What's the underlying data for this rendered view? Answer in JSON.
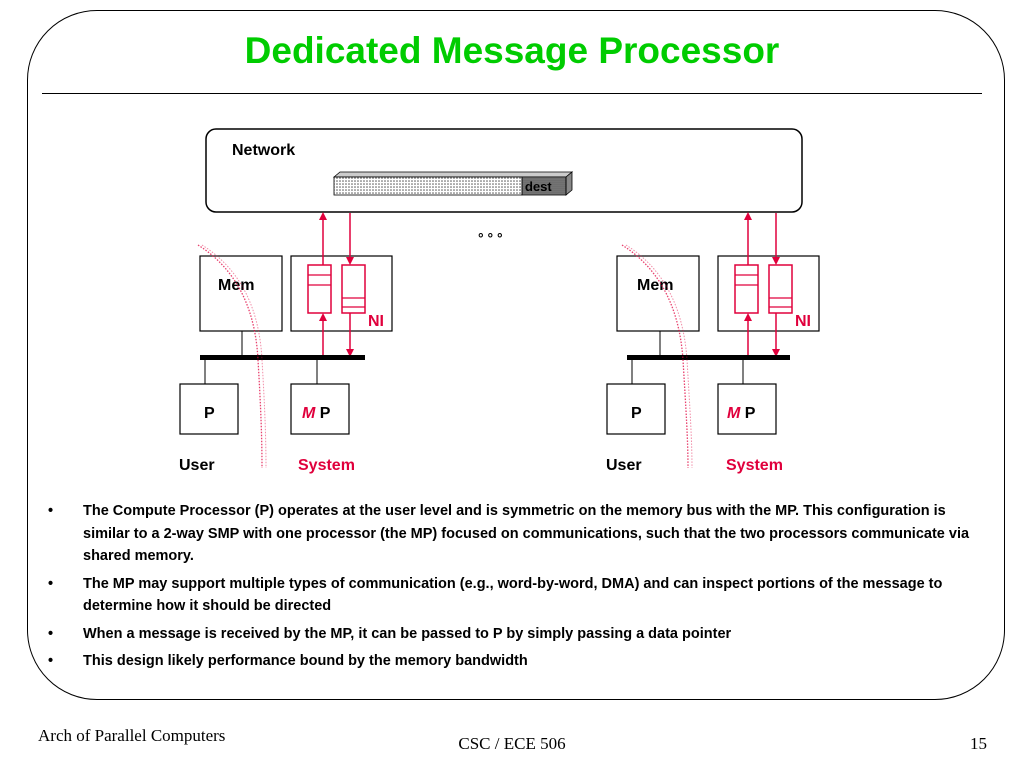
{
  "slide": {
    "title": "Dedicated Message Processor"
  },
  "diagram": {
    "network_label": "Network",
    "dest_label": "dest",
    "ellipsis": "° ° °",
    "nodes": [
      {
        "mem_label": "Mem",
        "ni_label": "NI",
        "p_label": "P",
        "mp_italic": "M",
        "mp_plain": " P",
        "user_label": "User",
        "system_label": "System"
      },
      {
        "mem_label": "Mem",
        "ni_label": "NI",
        "p_label": "P",
        "mp_italic": "M",
        "mp_plain": " P",
        "user_label": "User",
        "system_label": "System"
      }
    ],
    "colors": {
      "accent_red": "#e0003c",
      "title_green": "#00cc00"
    }
  },
  "bullets": [
    "The Compute Processor (P) operates at the user level and is symmetric on the memory bus with the MP.  This configuration is similar to a 2-way SMP with one processor (the MP) focused on communications, such that the two processors communicate via shared memory.",
    "The MP may support multiple types of communication (e.g., word-by-word, DMA) and can inspect portions of the message to determine how it should be directed",
    "When a message is received by the MP, it can be passed to P by simply passing a data pointer",
    "This design likely performance bound by the memory bandwidth"
  ],
  "bullet_symbol": "•",
  "footer": {
    "left": "Arch of Parallel Computers",
    "center": "CSC / ECE 506",
    "page_number": "15"
  }
}
